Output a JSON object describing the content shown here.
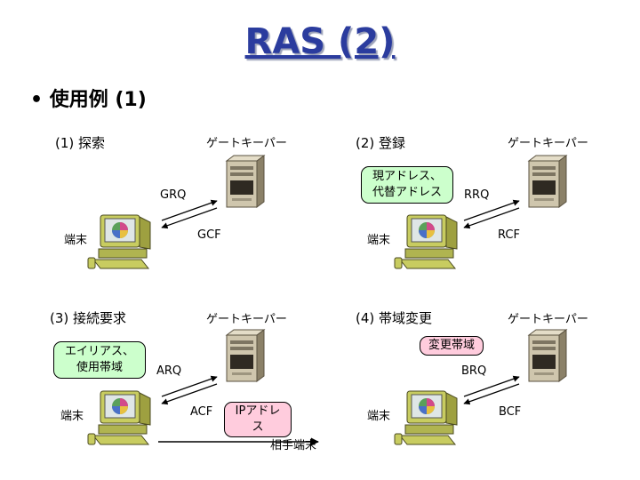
{
  "slide": {
    "title": "RAS (2)",
    "bullet": "• 使用例 (1)"
  },
  "panels": {
    "discovery": {
      "heading": "(1) 探索",
      "gatekeeper": "ゲートキーパー",
      "terminal": "端末",
      "request": "GRQ",
      "confirm": "GCF"
    },
    "registration": {
      "heading": "(2) 登録",
      "gatekeeper": "ゲートキーパー",
      "terminal": "端末",
      "request": "RRQ",
      "confirm": "RCF",
      "note_line1": "現アドレス、",
      "note_line2": "代替アドレス"
    },
    "admission": {
      "heading": "(3) 接続要求",
      "gatekeeper": "ゲートキーパー",
      "terminal": "端末",
      "request": "ARQ",
      "confirm": "ACF",
      "note_line1": "エイリアス、",
      "note_line2": "使用帯域",
      "ip_note": "IPアドレス",
      "peer": "相手端末"
    },
    "bandwidth": {
      "heading": "(4) 帯域変更",
      "gatekeeper": "ゲートキーパー",
      "terminal": "端末",
      "request": "BRQ",
      "confirm": "BCF",
      "note": "変更帯域"
    }
  },
  "colors": {
    "title": "#2b3c9e",
    "green_box": "#ccffcc",
    "pink_box": "#ffccdd"
  },
  "icons": {
    "gatekeeper": "server-tower-icon",
    "terminal": "desktop-computer-icon"
  }
}
